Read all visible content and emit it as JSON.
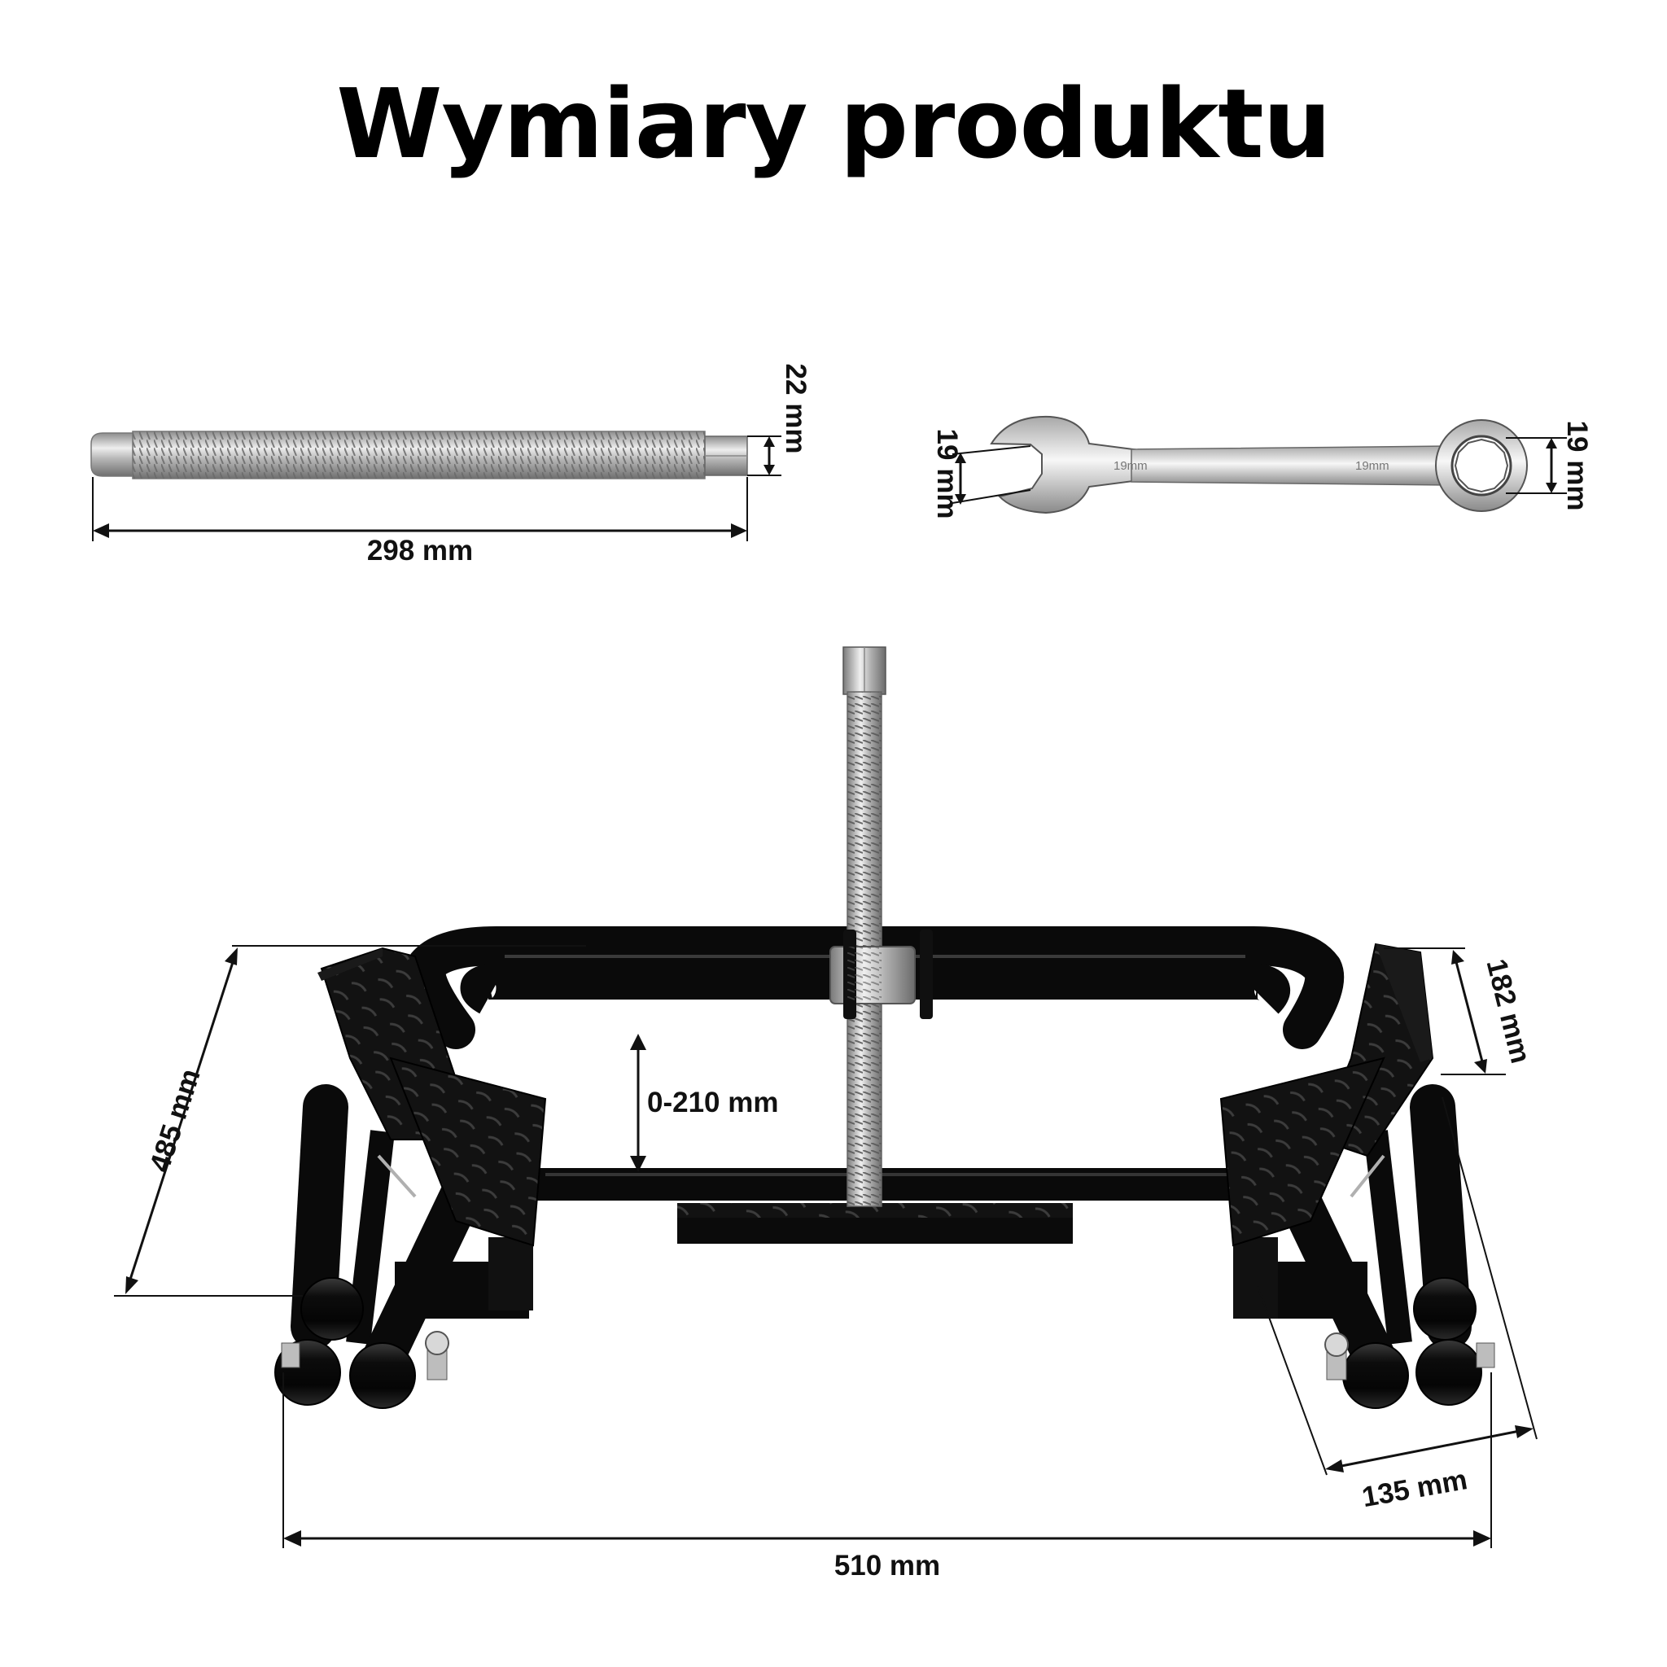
{
  "title": "Wymiary produktu",
  "bolt": {
    "length_label": "298 mm",
    "hex_label": "22 mm"
  },
  "wrench": {
    "open_end_label": "19 mm",
    "ring_end_label": "19 mm",
    "stamp_1": "19mm",
    "stamp_2": "19mm"
  },
  "frame": {
    "height_label": "485 mm",
    "plate_label": "182 mm",
    "gap_label": "0-210 mm",
    "foot_label": "135 mm",
    "width_label": "510 mm"
  },
  "colors": {
    "frame": "#0a0a0a",
    "steel": "#c7c7c7",
    "dimension": "#111111"
  }
}
